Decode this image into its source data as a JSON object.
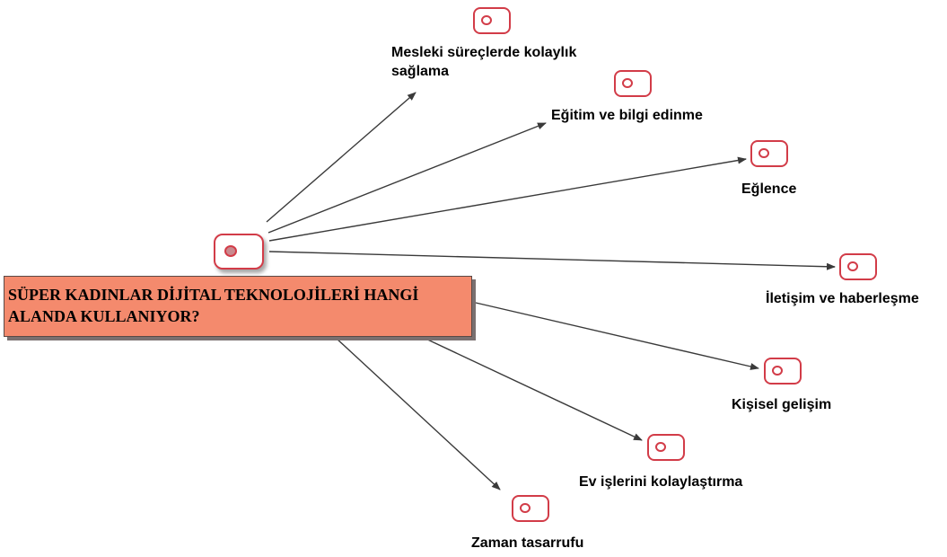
{
  "diagram": {
    "central_question": "SÜPER KADINLAR DİJİTAL TEKNOLOJİLERİ HANGİ\nALANDA KULLANIYOR?",
    "nodes": [
      {
        "id": "n1",
        "label": "Mesleki süreçlerde kolaylık\nsağlama"
      },
      {
        "id": "n2",
        "label": "Eğitim ve bilgi edinme"
      },
      {
        "id": "n3",
        "label": "Eğlence"
      },
      {
        "id": "n4",
        "label": "İletişim ve haberleşme"
      },
      {
        "id": "n5",
        "label": "Kişisel gelişim"
      },
      {
        "id": "n6",
        "label": "Ev işlerini kolaylaştırma"
      },
      {
        "id": "n7",
        "label": "Zaman tasarrufu"
      }
    ],
    "edges": [
      {
        "from": "center",
        "to": "n1"
      },
      {
        "from": "center",
        "to": "n2"
      },
      {
        "from": "center",
        "to": "n3"
      },
      {
        "from": "center",
        "to": "n4"
      },
      {
        "from": "center",
        "to": "n5"
      },
      {
        "from": "center",
        "to": "n6"
      },
      {
        "from": "center",
        "to": "n7"
      }
    ],
    "colors": {
      "icon_border": "#d23c48",
      "title_fill": "#f48a6d",
      "arrow": "#3a3a3a"
    }
  }
}
